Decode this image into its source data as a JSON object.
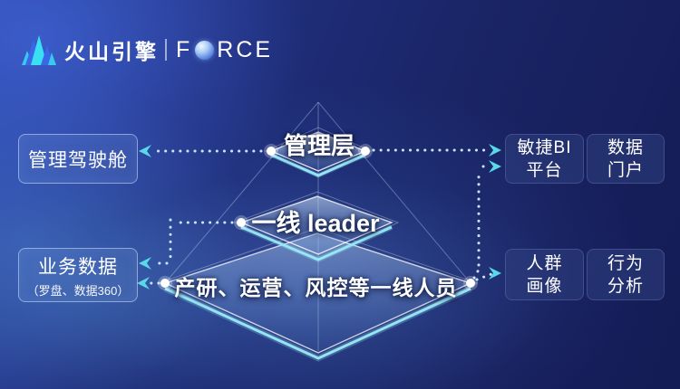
{
  "header": {
    "brand_cn": "火山引擎",
    "brand_en_f": "F",
    "brand_en_rest": "RCE"
  },
  "pyramid": {
    "top_label": "管理层",
    "mid_label": "一线 leader",
    "bottom_label": "产研、运营、风控等一线人员"
  },
  "left_panels": {
    "cockpit": {
      "title": "管理驾驶舱"
    },
    "bizdata": {
      "title": "业务数据",
      "subtitle": "（罗盘、数据360）"
    }
  },
  "right_panels": {
    "agile_bi": {
      "line1": "敏捷BI",
      "line2": "平台"
    },
    "data_portal": {
      "line1": "数据",
      "line2": "门户"
    },
    "persona": {
      "line1": "人群",
      "line2": "画像"
    },
    "behavior": {
      "line1": "行为",
      "line2": "分析"
    }
  },
  "colors": {
    "accent_cyan": "#58d8e8",
    "connector_dot": "#c8e6f8",
    "endpoint_dot": "#ffffff",
    "background_deep": "#171f5c",
    "background_light": "#2c44a4",
    "panel_border_glass": "rgba(225,240,255,0.5)",
    "panel_fill_solid": "rgba(48,64,128,0.55)",
    "plate_rim": "#8ee7f2"
  }
}
